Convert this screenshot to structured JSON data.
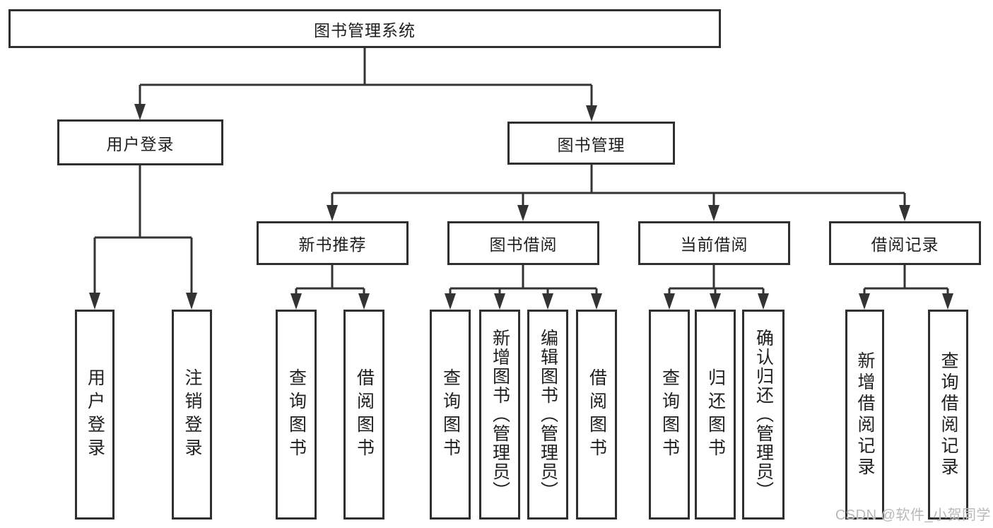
{
  "diagram": {
    "title": "图书管理系统",
    "root": {
      "label": "图书管理系统"
    },
    "level2": [
      {
        "id": "user-login",
        "label": "用户登录"
      },
      {
        "id": "book-management",
        "label": "图书管理"
      }
    ],
    "level3": [
      {
        "id": "new-book-recommend",
        "label": "新书推荐"
      },
      {
        "id": "book-borrowing",
        "label": "图书借阅"
      },
      {
        "id": "current-borrowing",
        "label": "当前借阅"
      },
      {
        "id": "borrowing-records",
        "label": "借阅记录"
      }
    ],
    "leaf_groups": [
      {
        "parent": "用户登录",
        "items": [
          {
            "label": "用户登录"
          },
          {
            "label": "注销登录"
          }
        ]
      },
      {
        "parent": "新书推荐",
        "items": [
          {
            "label": "查询图书"
          },
          {
            "label": "借阅图书"
          }
        ]
      },
      {
        "parent": "图书借阅",
        "items": [
          {
            "label": "查询图书"
          },
          {
            "label": "新增图书（管理员）"
          },
          {
            "label": "编辑图书（管理员）"
          },
          {
            "label": "借阅图书"
          }
        ]
      },
      {
        "parent": "当前借阅",
        "items": [
          {
            "label": "查询图书"
          },
          {
            "label": "归还图书"
          },
          {
            "label": "确认归还（管理员）"
          }
        ]
      },
      {
        "parent": "借阅记录",
        "items": [
          {
            "label": "新增借阅记录"
          },
          {
            "label": "查询借阅记录"
          }
        ]
      }
    ]
  },
  "watermark": {
    "text": "CSDN @软件_小贺同学"
  },
  "colors": {
    "line": "#333333",
    "border": "#2f2f2f",
    "text": "#1f1f1f",
    "background": "#ffffff",
    "watermark": "#b9b9b9"
  }
}
